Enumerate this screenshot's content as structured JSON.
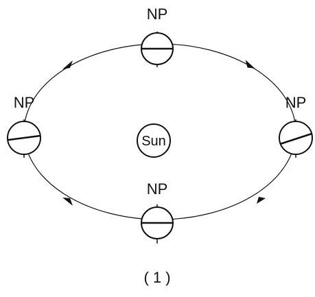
{
  "diagram": {
    "sun_label": "Sun",
    "pole_label": "NP",
    "caption": "( 1 )"
  }
}
